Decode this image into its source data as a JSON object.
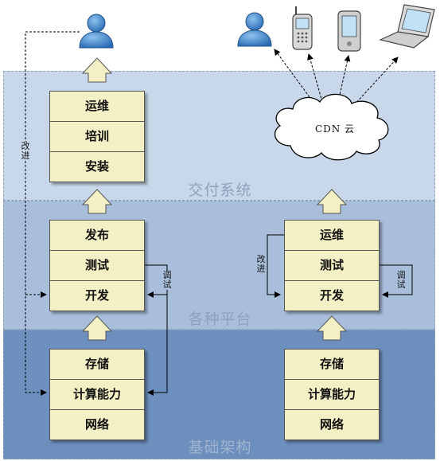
{
  "layers": {
    "delivery": "交付系统",
    "platform": "各种平台",
    "infra": "基础架构"
  },
  "left": {
    "delivery_stack": [
      "运维",
      "培训",
      "安装"
    ],
    "platform_stack": [
      "发布",
      "测试",
      "开发"
    ],
    "infra_stack": [
      "存储",
      "计算能力",
      "网络"
    ],
    "improve_label": "改进",
    "debug_label": "调试"
  },
  "right": {
    "platform_stack": [
      "运维",
      "测试",
      "开发"
    ],
    "infra_stack": [
      "存储",
      "计算能力",
      "网络"
    ],
    "improve_label": "改进",
    "debug_label": "调试"
  },
  "cloud": {
    "label": "CDN  云"
  },
  "icons": [
    "user-icon",
    "user-icon",
    "mobile-phone-icon",
    "pda-icon",
    "laptop-icon",
    "cloud-icon"
  ]
}
